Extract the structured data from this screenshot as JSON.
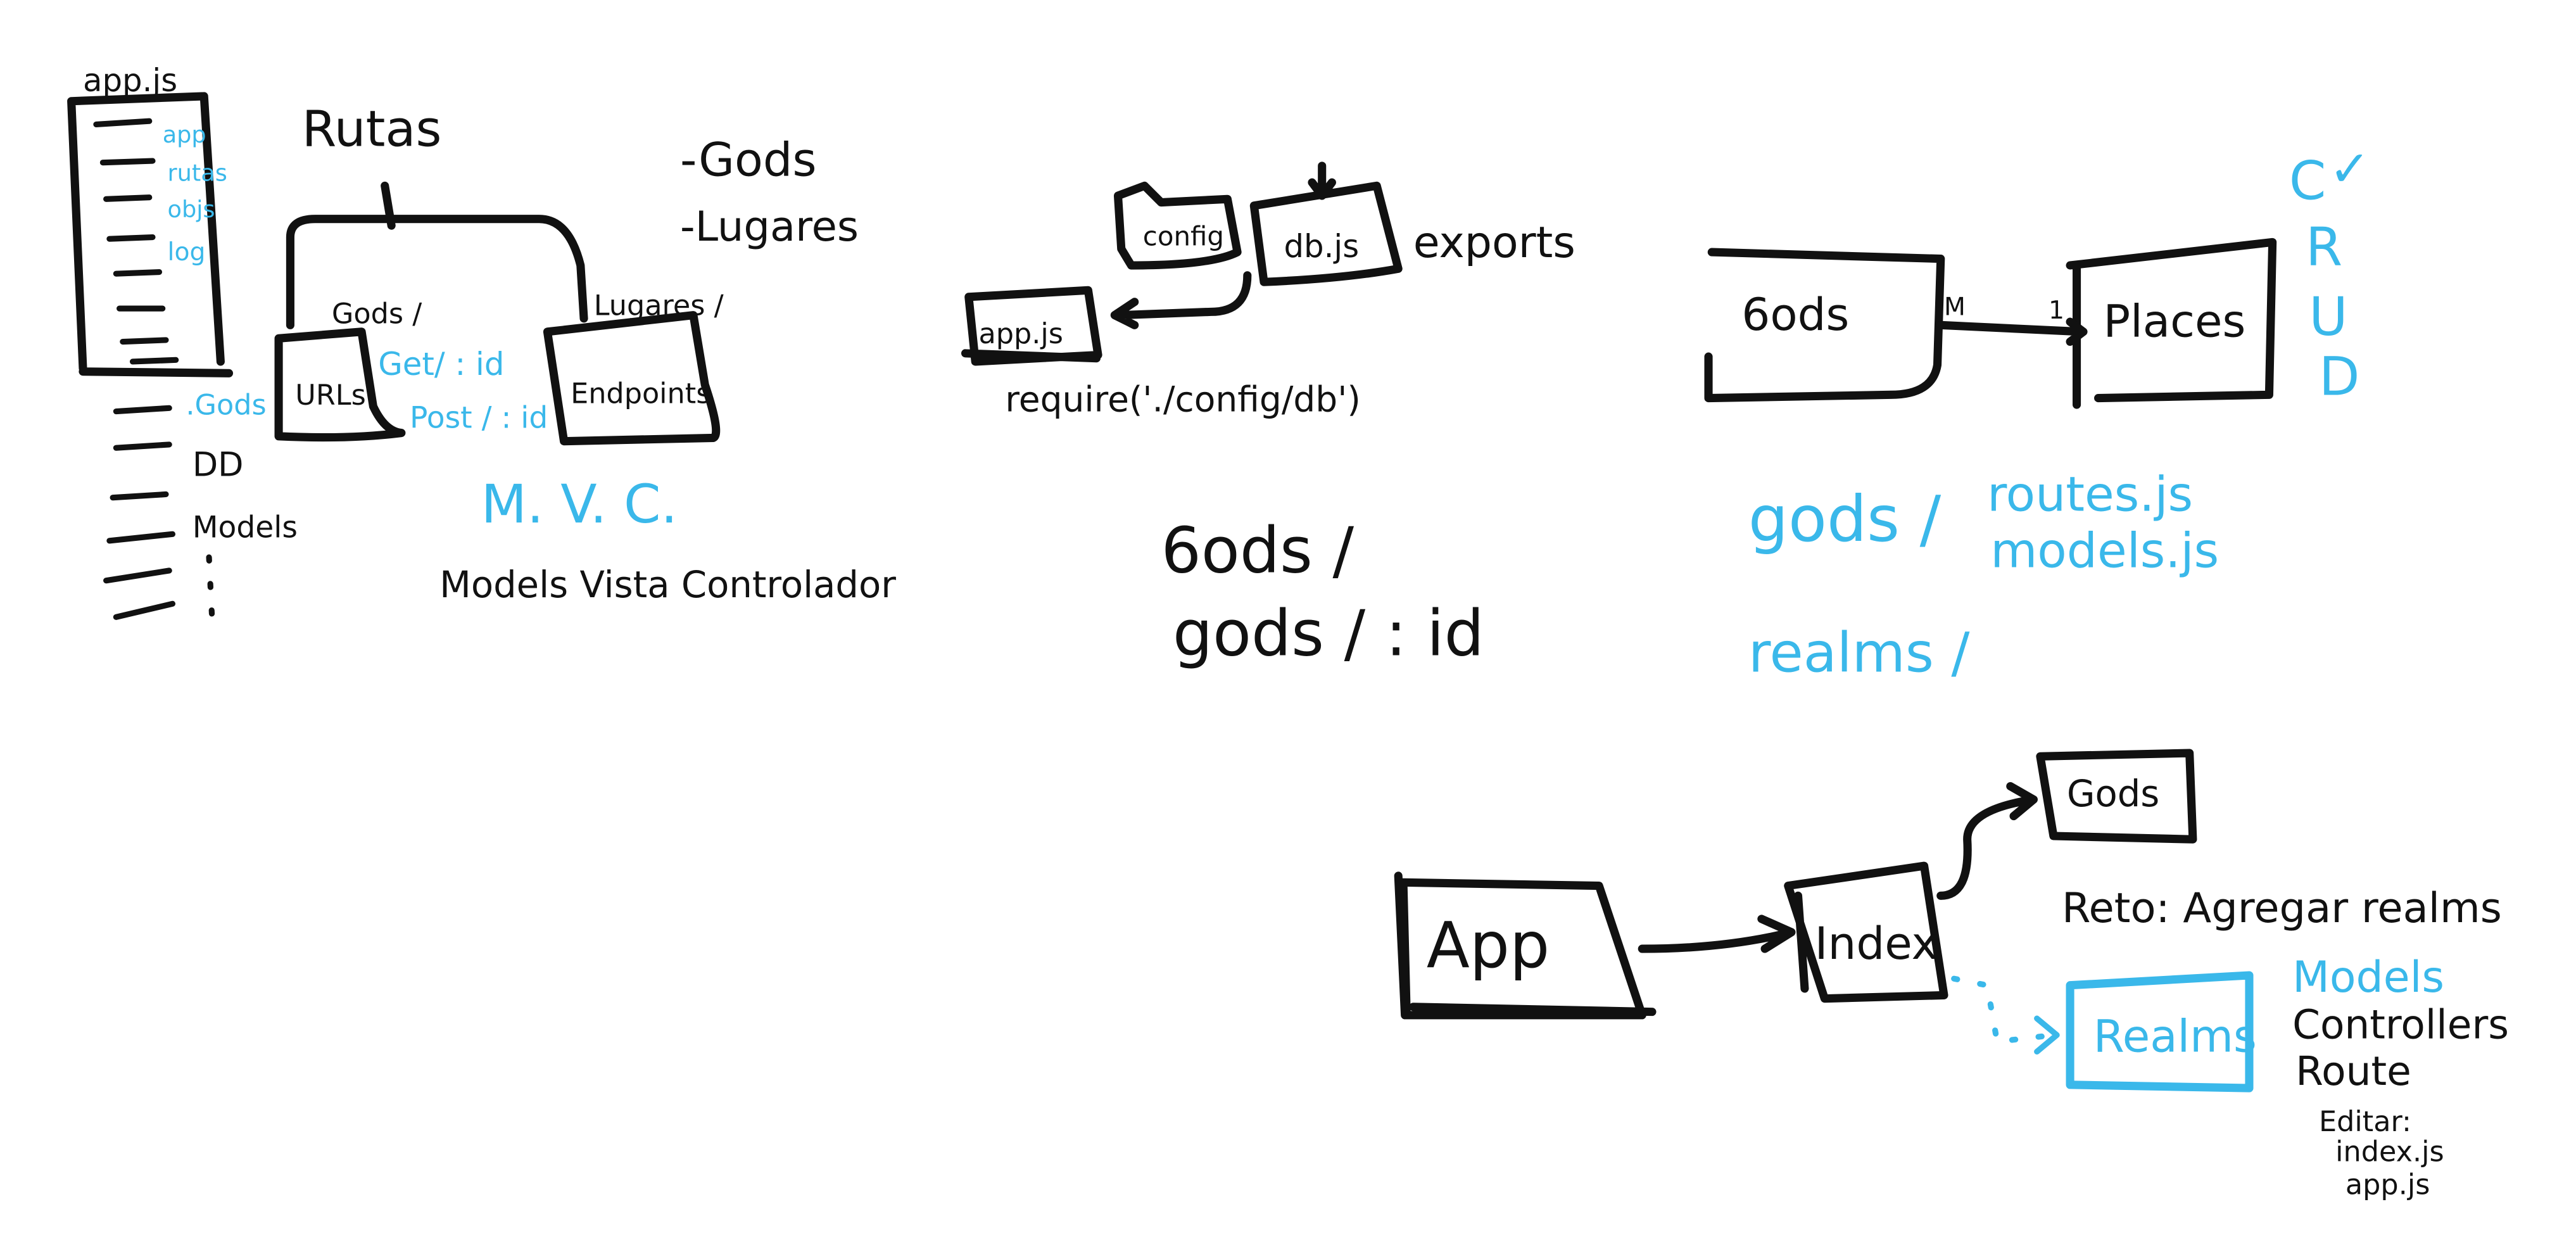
{
  "colors": {
    "ink": "#111111",
    "accent_blue": "#3ab8ea",
    "background": "#ffffff"
  },
  "structure": {
    "file_label": "app.js",
    "file_items": [
      "app",
      "rutas",
      "objs",
      "log"
    ],
    "bullet_items": [
      ".Gods",
      "DD",
      "Models"
    ]
  },
  "routes": {
    "title": "Rutas",
    "branch_gods": "Gods /",
    "branch_lugares": "Lugares /",
    "urls_box": "URLs",
    "endpoints_box": "Endpoints",
    "get_label": "Get/ : id",
    "post_label": "Post / : id",
    "list": [
      "-Gods",
      "-Lugares"
    ],
    "mvc_title": "M. V. C.",
    "mvc_subtitle": "Models Vista Controlador"
  },
  "config": {
    "folder": "config",
    "db_file": "db.js",
    "exports": "exports",
    "app_file": "app.js",
    "require": "require('./config/db')"
  },
  "paths": {
    "list": "6ods /",
    "detail": "gods / : id"
  },
  "er": {
    "left_entity": "6ods",
    "right_entity": "Places",
    "many": "M",
    "one": "1",
    "crud": [
      "C",
      "R",
      "U",
      "D"
    ],
    "check": "✓"
  },
  "files": {
    "gods": "gods /",
    "routes_js": "routes.js",
    "models_js": "models.js",
    "realms": "realms /"
  },
  "flow": {
    "app": "App",
    "index": "Index",
    "gods": "Gods",
    "realms": "Realms"
  },
  "challenge": {
    "title": "Reto: Agregar realms",
    "items": [
      "Models",
      "Controllers",
      "Route"
    ],
    "edit_label": "Editar:",
    "edit_files": [
      "index.js",
      "app.js"
    ]
  }
}
